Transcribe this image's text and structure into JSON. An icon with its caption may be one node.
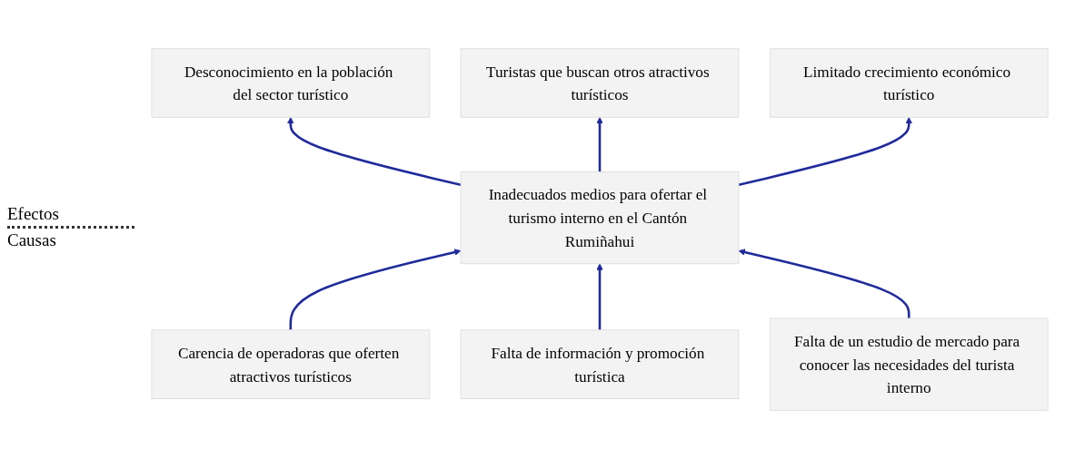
{
  "diagram": {
    "nodes": [
      {
        "text": [
          "Desconocimiento en la población del sector turístico"
        ]
      },
      {
        "text": [
          "Turistas que buscan otros atractivos turísticos"
        ]
      },
      {
        "text": [
          "Limitado crecimiento económico turístico"
        ]
      },
      {
        "text": [
          "Inadecuados medios para ofertar el turismo interno en el Cantón Rumiñahui"
        ]
      },
      {
        "text": [
          "Carencia de operadoras que oferten atractivos turísticos"
        ]
      },
      {
        "text": [
          "Falta de información y promoción turística"
        ]
      },
      {
        "text": [
          "Falta de un estudio de mercado para conocer las necesidades del turista interno"
        ]
      }
    ],
    "edges": [
      {
        "from": 3,
        "to": 0,
        "arrow": "to"
      },
      {
        "from": 3,
        "to": 1,
        "arrow": "to"
      },
      {
        "from": 3,
        "to": 2,
        "arrow": "to"
      },
      {
        "from": 4,
        "to": 3,
        "arrow": "to"
      },
      {
        "from": 5,
        "to": 3,
        "arrow": "to"
      },
      {
        "from": 6,
        "to": 3,
        "arrow": "to"
      }
    ],
    "labels": [
      "Efectos",
      "Causas"
    ]
  }
}
